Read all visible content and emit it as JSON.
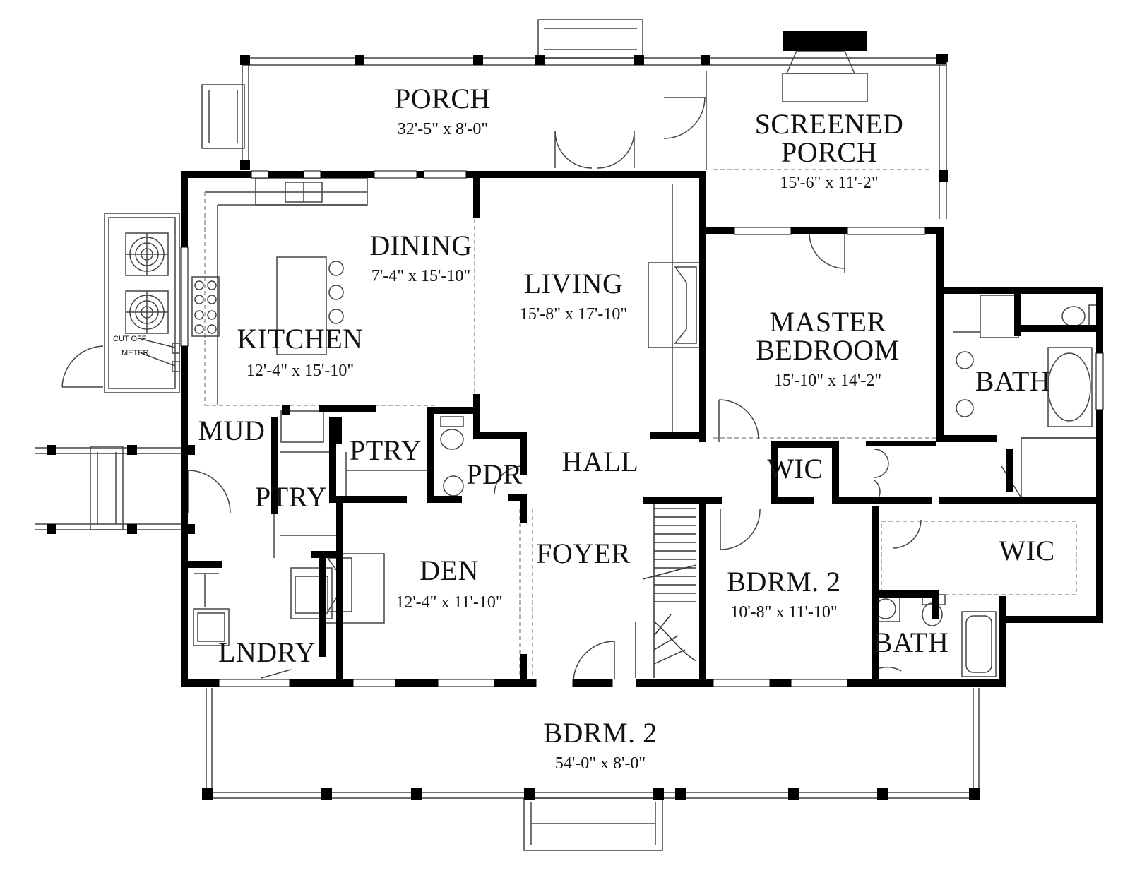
{
  "rooms": {
    "porch": {
      "name": "PORCH",
      "size": "32'-5\" x 8'-0\""
    },
    "screened_porch": {
      "name_line1": "SCREENED",
      "name_line2": "PORCH",
      "size": "15'-6\" x 11'-2\""
    },
    "dining": {
      "name": "DINING",
      "size": "7'-4\" x 15'-10\""
    },
    "living": {
      "name": "LIVING",
      "size": "15'-8\" x 17'-10\""
    },
    "kitchen": {
      "name": "KITCHEN",
      "size": "12'-4\" x 15'-10\""
    },
    "master_bedroom": {
      "name_line1": "MASTER",
      "name_line2": "BEDROOM",
      "size": "15'-10\" x 14'-2\""
    },
    "master_bath": {
      "name": "BATH"
    },
    "mud": {
      "name": "MUD"
    },
    "pantry_1": {
      "name": "PTRY"
    },
    "pantry_2": {
      "name": "PTRY"
    },
    "powder": {
      "name": "PDR"
    },
    "hall": {
      "name": "HALL"
    },
    "wic_1": {
      "name": "WIC"
    },
    "wic_2": {
      "name": "WIC"
    },
    "den": {
      "name": "DEN",
      "size": "12'-4\" x 11'-10\""
    },
    "foyer": {
      "name": "FOYER"
    },
    "bedroom_2": {
      "name": "BDRM. 2",
      "size": "10'-8\" x 11'-10\""
    },
    "bath_2": {
      "name": "BATH"
    },
    "laundry": {
      "name": "LNDRY"
    },
    "front_porch": {
      "name": "BDRM. 2",
      "size": "54'-0\" x 8'-0\""
    }
  },
  "utility": {
    "cut_off": "CUT OFF",
    "meter": "METER"
  },
  "colors": {
    "wall": "#000000",
    "line": "#555555",
    "dashed": "#999999"
  }
}
